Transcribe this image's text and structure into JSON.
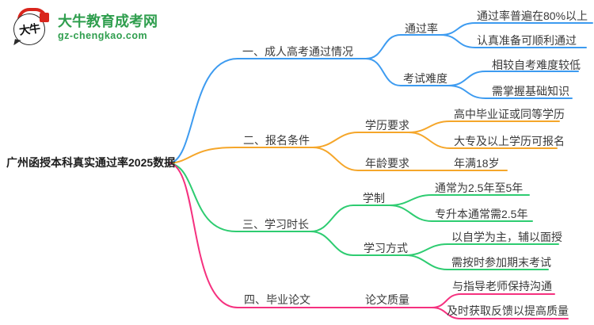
{
  "site": {
    "logo_badge": "大牛",
    "brand_name": "大牛教育成考网",
    "brand_url": "gz-chengkao.com",
    "brand_color": "#2f9e4e",
    "seal_color": "#d9251c"
  },
  "mindmap": {
    "root": "广州函授本科真实通过率2025数据",
    "branches": [
      {
        "label": "一、成人高考通过情况",
        "color": "#3d9bf0",
        "children": [
          {
            "label": "通过率",
            "leaves": [
              "通过率普遍在80%以上",
              "认真准备可顺利通过"
            ]
          },
          {
            "label": "考试难度",
            "leaves": [
              "相较自考难度较低",
              "需掌握基础知识"
            ]
          }
        ]
      },
      {
        "label": "二、报名条件",
        "color": "#f5a62a",
        "children": [
          {
            "label": "学历要求",
            "leaves": [
              "高中毕业证或同等学历",
              "大专及以上学历可报名"
            ]
          },
          {
            "label": "年龄要求",
            "leaves": [
              "年满18岁"
            ]
          }
        ]
      },
      {
        "label": "三、学习时长",
        "color": "#2ecc71",
        "children": [
          {
            "label": "学制",
            "leaves": [
              "通常为2.5年至5年",
              "专升本通常需2.5年"
            ]
          },
          {
            "label": "学习方式",
            "leaves": [
              "以自学为主，辅以面授",
              "需按时参加期末考试"
            ]
          }
        ]
      },
      {
        "label": "四、毕业论文",
        "color": "#f5317f",
        "children": [
          {
            "label": "论文质量",
            "leaves": [
              "与指导老师保持沟通",
              "及时获取反馈以提高质量"
            ]
          }
        ]
      }
    ]
  }
}
